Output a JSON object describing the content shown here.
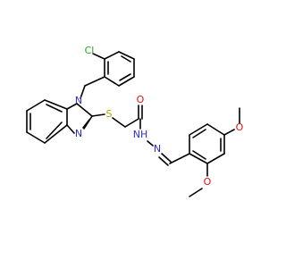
{
  "atoms": {
    "cl": "Cl",
    "n_benzyl": "N",
    "s": "S",
    "n_ring": "N",
    "o_carbonyl": "O",
    "nh": "NH",
    "n_imine": "N",
    "o_methoxy_para": "O",
    "o_methoxy_ortho": "O"
  },
  "colors": {
    "bond": "#000000",
    "chlorine": "#1fa81f",
    "nitrogen": "#2b2bd6",
    "sulfur": "#b5a400",
    "oxygen": "#e01010"
  }
}
